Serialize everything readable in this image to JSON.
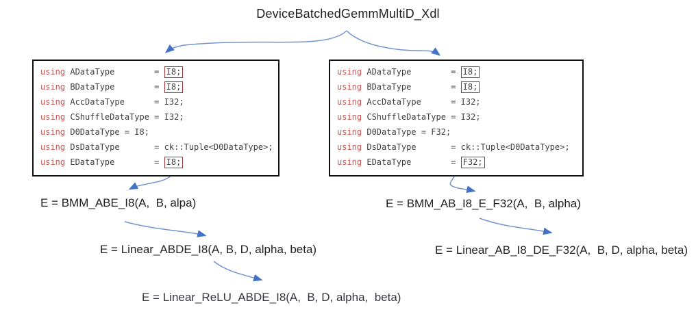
{
  "title": "DeviceBatchedGemmMultiD_Xdl",
  "colors": {
    "keyword": "#c75450",
    "code": "#3f3f3f",
    "highlight_border": "#9c3234",
    "arrow_line": "#7593cf",
    "arrow_head": "#4472c4",
    "box_border": "#111111"
  },
  "code_boxes": [
    {
      "name": "left",
      "lines": [
        {
          "keyword": "using",
          "code": " ADataType        = ",
          "highlight": "I8;"
        },
        {
          "keyword": "using",
          "code": " BDataType        = ",
          "highlight": "I8;"
        },
        {
          "keyword": "using",
          "code": " AccDataType      = I32;",
          "highlight": null
        },
        {
          "keyword": "using",
          "code": " CShuffleDataType = I32;",
          "highlight": null
        },
        {
          "keyword": "using",
          "code": " D0DataType = I8;",
          "highlight": null
        },
        {
          "keyword": "using",
          "code": " DsDataType       = ck::Tuple<D0DataType>;",
          "highlight": null
        },
        {
          "keyword": "using",
          "code": " EDataType        = ",
          "highlight": "I8;"
        }
      ]
    },
    {
      "name": "right",
      "lines": [
        {
          "keyword": "using",
          "code": " ADataType        = ",
          "highlight": "I8;"
        },
        {
          "keyword": "using",
          "code": " BDataType        = ",
          "highlight": "I8;"
        },
        {
          "keyword": "using",
          "code": " AccDataType      = I32;",
          "highlight": null
        },
        {
          "keyword": "using",
          "code": " CShuffleDataType = I32;",
          "highlight": null
        },
        {
          "keyword": "using",
          "code": " D0DataType = F32;",
          "highlight": null
        },
        {
          "keyword": "using",
          "code": " DsDataType       = ck::Tuple<D0DataType>;",
          "highlight": null
        },
        {
          "keyword": "using",
          "code": " EDataType        = ",
          "highlight": "F32;"
        }
      ]
    }
  ],
  "labels": [
    {
      "id": "bmm-left",
      "text": "E = BMM_ABE_I8(A,  B, alpa)"
    },
    {
      "id": "bmm-right",
      "text": "E = BMM_AB_I8_E_F32(A,  B, alpha)"
    },
    {
      "id": "linear-left",
      "text": "E = Linear_ABDE_I8(A, B, D, alpha, beta)"
    },
    {
      "id": "linear-right",
      "text": "E = Linear_AB_I8_DE_F32(A,  B, D, alpha, beta)"
    },
    {
      "id": "linear-relu",
      "text": "E = Linear_ReLU_ABDE_I8(A,  B, D, alpha,  beta)"
    }
  ]
}
